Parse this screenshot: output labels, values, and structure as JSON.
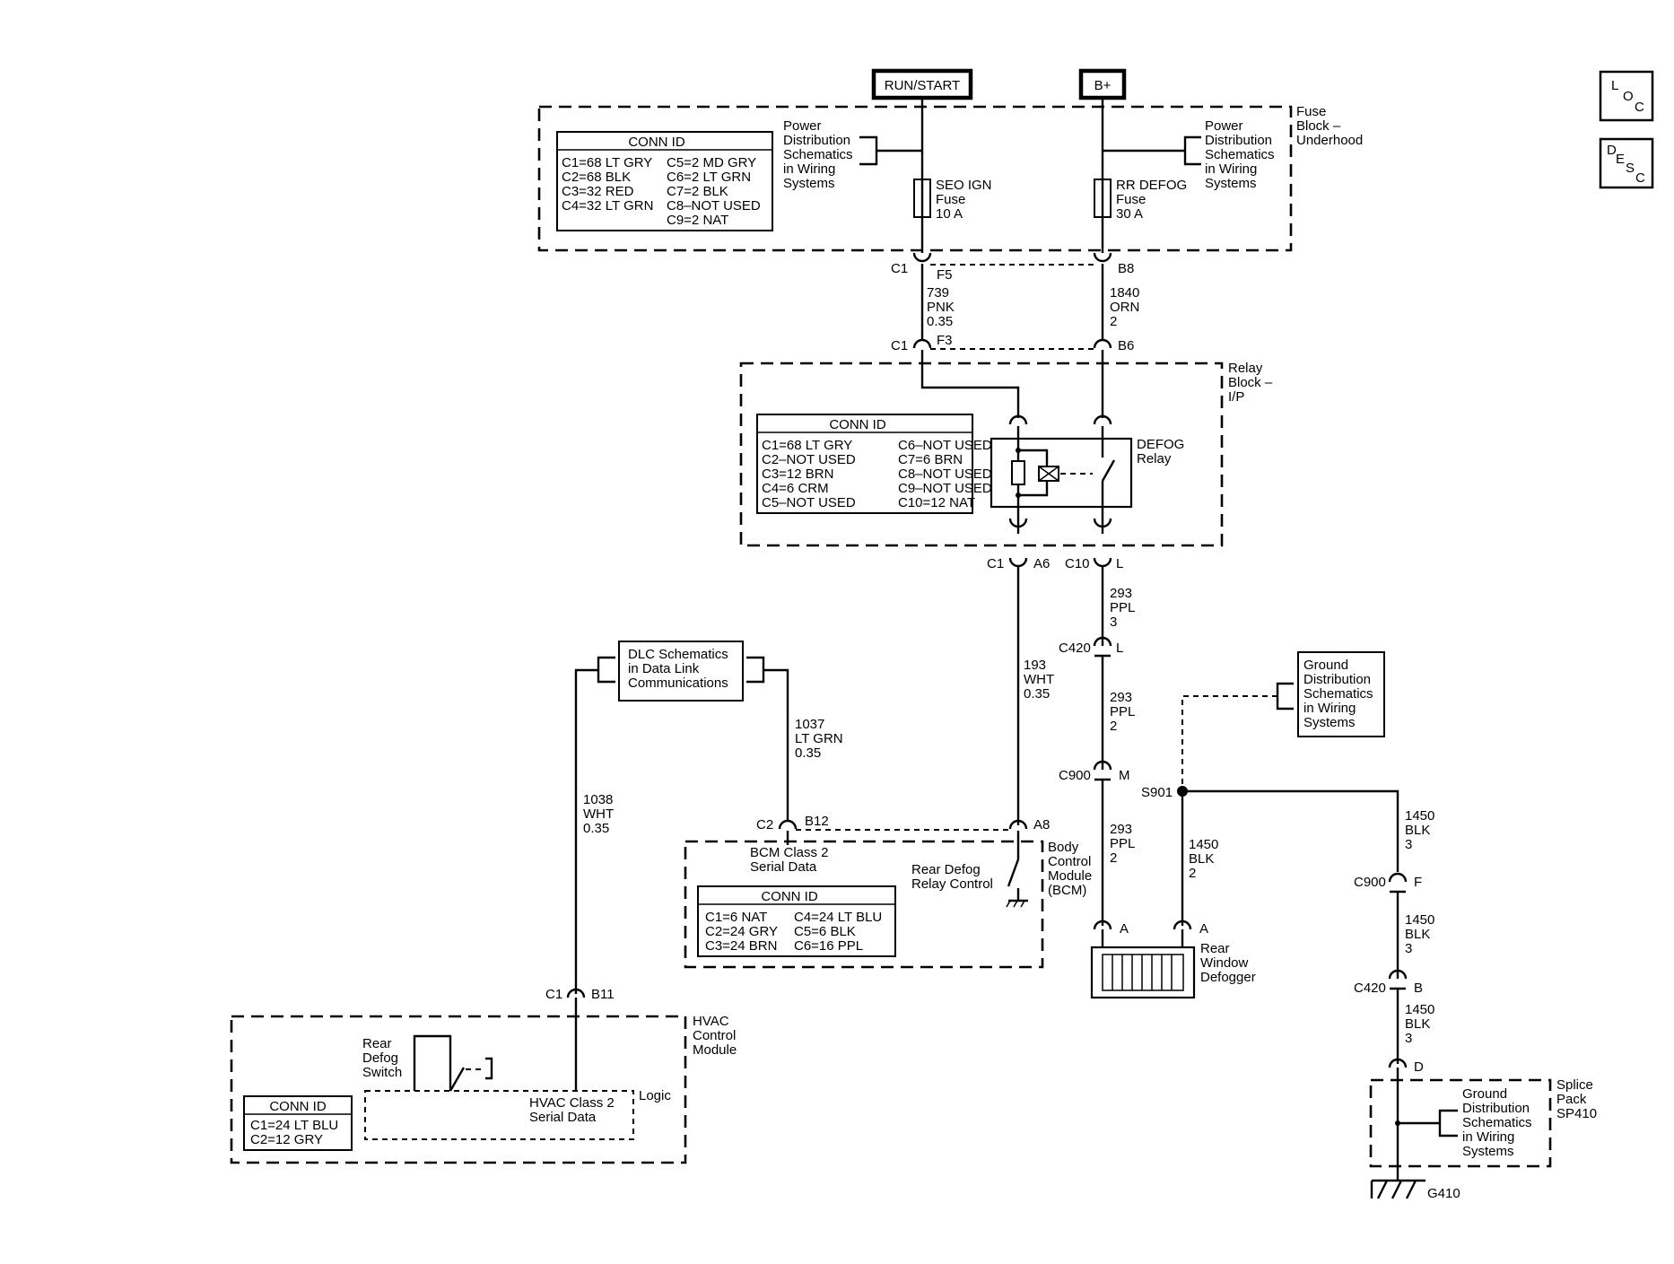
{
  "terminals": {
    "run_start": "RUN/START",
    "bplus": "B+"
  },
  "power_dist_left": [
    "Power",
    "Distribution",
    "Schematics",
    "in Wiring",
    "Systems"
  ],
  "power_dist_right": [
    "Power",
    "Distribution",
    "Schematics",
    "in Wiring",
    "Systems"
  ],
  "fuse_block": {
    "label": [
      "Fuse",
      "Block –",
      "Underhood"
    ]
  },
  "fuse_block_conn": {
    "title": "CONN ID",
    "col1": [
      "C1=68 LT GRY",
      "C2=68 BLK",
      "C3=32 RED",
      "C4=32 LT GRN"
    ],
    "col2": [
      "C5=2 MD GRY",
      "C6=2 LT GRN",
      "C7=2 BLK",
      "C8–NOT USED",
      "C9=2 NAT"
    ]
  },
  "fuse_seo": [
    "SEO IGN",
    "Fuse",
    "10 A"
  ],
  "fuse_rr": [
    "RR DEFOG",
    "Fuse",
    "30 A"
  ],
  "wires": {
    "w739": [
      "739",
      "PNK",
      "0.35"
    ],
    "w1840": [
      "1840",
      "ORN",
      "2"
    ],
    "w293a": [
      "293",
      "PPL",
      "3"
    ],
    "w293b": [
      "293",
      "PPL",
      "2"
    ],
    "w293c": [
      "293",
      "PPL",
      "2"
    ],
    "w193": [
      "193",
      "WHT",
      "0.35"
    ],
    "w1037": [
      "1037",
      "LT GRN",
      "0.35"
    ],
    "w1038": [
      "1038",
      "WHT",
      "0.35"
    ],
    "w1450a": [
      "1450",
      "BLK",
      "2"
    ],
    "w1450b": [
      "1450",
      "BLK",
      "3"
    ],
    "w1450c": [
      "1450",
      "BLK",
      "3"
    ],
    "w1450d": [
      "1450",
      "BLK",
      "3"
    ]
  },
  "connectors": {
    "c1_f5_a": "C1",
    "f5": "F5",
    "b8": "B8",
    "c1_f3_a": "C1",
    "f3": "F3",
    "b6": "B6",
    "c1_a6_a": "C1",
    "a6": "A6",
    "c10": "C10",
    "l1": "L",
    "c420a": "C420",
    "l2": "L",
    "c900a": "C900",
    "m": "M",
    "s901": "S901",
    "c2": "C2",
    "b12": "B12",
    "a8": "A8",
    "c1b": "C1",
    "b11": "B11",
    "a_left": "A",
    "a_right": "A",
    "c900b": "C900",
    "f": "F",
    "c420b": "C420",
    "b": "B",
    "d": "D",
    "g410": "G410"
  },
  "relay_block": {
    "label": [
      "Relay",
      "Block –",
      "I/P"
    ]
  },
  "relay_block_conn": {
    "title": "CONN ID",
    "col1": [
      "C1=68 LT GRY",
      "C2–NOT USED",
      "C3=12 BRN",
      "C4=6 CRM",
      "C5–NOT USED"
    ],
    "col2": [
      "C6–NOT USED",
      "C7=6 BRN",
      "C8–NOT USED",
      "C9–NOT USED",
      "C10=12 NAT"
    ]
  },
  "defog_relay": [
    "DEFOG",
    "Relay"
  ],
  "dlc": [
    "DLC Schematics",
    "in Data Link",
    "Communications"
  ],
  "ground_dist_top": [
    "Ground",
    "Distribution",
    "Schematics",
    "in Wiring",
    "Systems"
  ],
  "bcm": {
    "label": [
      "Body",
      "Control",
      "Module",
      "(BCM)"
    ],
    "class2": [
      "BCM Class 2",
      "Serial Data"
    ],
    "relay_ctrl": [
      "Rear Defog",
      "Relay Control"
    ],
    "conn_title": "CONN ID",
    "col1": [
      "C1=6 NAT",
      "C2=24 GRY",
      "C3=24 BRN"
    ],
    "col2": [
      "C4=24 LT BLU",
      "C5=6 BLK",
      "C6=16 PPL"
    ]
  },
  "defogger": [
    "Rear",
    "Window",
    "Defogger"
  ],
  "hvac": {
    "label": [
      "HVAC",
      "Control",
      "Module"
    ],
    "switch": [
      "Rear",
      "Defog",
      "Switch"
    ],
    "logic": "Logic",
    "class2": [
      "HVAC Class 2",
      "Serial Data"
    ],
    "conn_title": "CONN ID",
    "rows": [
      "C1=24 LT BLU",
      "C2=12 GRY"
    ]
  },
  "splice_pack": [
    "Splice",
    "Pack",
    "SP410"
  ],
  "ground_dist_bottom": [
    "Ground",
    "Distribution",
    "Schematics",
    "in Wiring",
    "Systems"
  ],
  "nav": {
    "loc": [
      "L",
      "O",
      "C"
    ],
    "desc": [
      "D",
      "E",
      "S",
      "C"
    ]
  }
}
